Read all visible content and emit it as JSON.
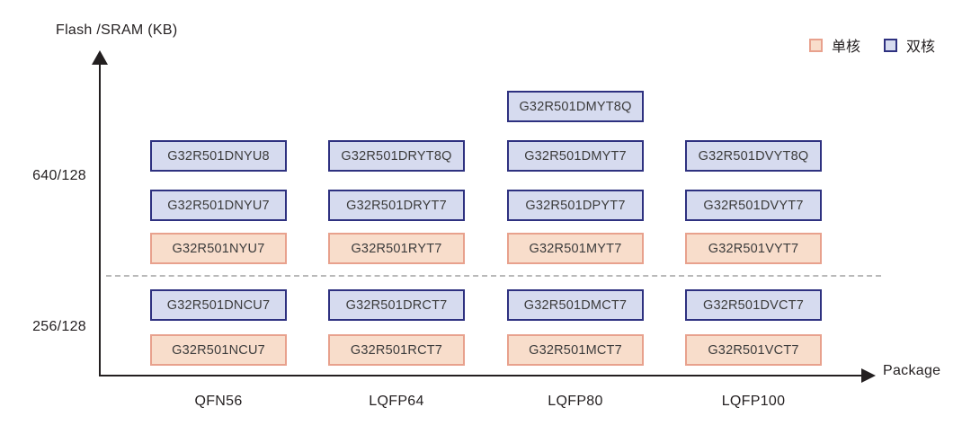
{
  "chart_data": {
    "type": "table",
    "title": "",
    "ylabel": "Flash /SRAM (KB)",
    "xlabel": "Package",
    "categories": [
      "QFN56",
      "LQFP64",
      "LQFP80",
      "LQFP100"
    ],
    "ytick_labels": [
      "640/128",
      "256/128"
    ],
    "grid": false,
    "legend_position": "top-right",
    "legend": [
      {
        "key": "single",
        "label": "单核",
        "fill": "#f8ddcb",
        "border": "#e8a18d"
      },
      {
        "key": "dual",
        "label": "双核",
        "fill": "#d6dbef",
        "border": "#2e3180"
      }
    ],
    "groups": [
      {
        "memory": "640/128",
        "columns": [
          {
            "package": "QFN56",
            "parts": [
              {
                "name": "G32R501DNYU8",
                "core": "dual",
                "row": 1
              },
              {
                "name": "G32R501DNYU7",
                "core": "dual",
                "row": 2
              },
              {
                "name": "G32R501NYU7",
                "core": "single",
                "row": 3
              }
            ]
          },
          {
            "package": "LQFP64",
            "parts": [
              {
                "name": "G32R501DRYT8Q",
                "core": "dual",
                "row": 1
              },
              {
                "name": "G32R501DRYT7",
                "core": "dual",
                "row": 2
              },
              {
                "name": "G32R501RYT7",
                "core": "single",
                "row": 3
              }
            ]
          },
          {
            "package": "LQFP80",
            "parts": [
              {
                "name": "G32R501DMYT8Q",
                "core": "dual",
                "row": 0
              },
              {
                "name": "G32R501DMYT7",
                "core": "dual",
                "row": 1
              },
              {
                "name": "G32R501DPYT7",
                "core": "dual",
                "row": 2
              },
              {
                "name": "G32R501MYT7",
                "core": "single",
                "row": 3
              }
            ]
          },
          {
            "package": "LQFP100",
            "parts": [
              {
                "name": "G32R501DVYT8Q",
                "core": "dual",
                "row": 1
              },
              {
                "name": "G32R501DVYT7",
                "core": "dual",
                "row": 2
              },
              {
                "name": "G32R501VYT7",
                "core": "single",
                "row": 3
              }
            ]
          }
        ]
      },
      {
        "memory": "256/128",
        "columns": [
          {
            "package": "QFN56",
            "parts": [
              {
                "name": "G32R501DNCU7",
                "core": "dual",
                "row": 4
              },
              {
                "name": "G32R501NCU7",
                "core": "single",
                "row": 5
              }
            ]
          },
          {
            "package": "LQFP64",
            "parts": [
              {
                "name": "G32R501DRCT7",
                "core": "dual",
                "row": 4
              },
              {
                "name": "G32R501RCT7",
                "core": "single",
                "row": 5
              }
            ]
          },
          {
            "package": "LQFP80",
            "parts": [
              {
                "name": "G32R501DMCT7",
                "core": "dual",
                "row": 4
              },
              {
                "name": "G32R501MCT7",
                "core": "single",
                "row": 5
              }
            ]
          },
          {
            "package": "LQFP100",
            "parts": [
              {
                "name": "G32R501DVCT7",
                "core": "dual",
                "row": 4
              },
              {
                "name": "G32R501VCT7",
                "core": "single",
                "row": 5
              }
            ]
          }
        ]
      }
    ]
  },
  "layout": {
    "column_x": [
      167,
      365,
      564,
      762
    ],
    "row_y": [
      101,
      156,
      211,
      259,
      322,
      372
    ]
  }
}
